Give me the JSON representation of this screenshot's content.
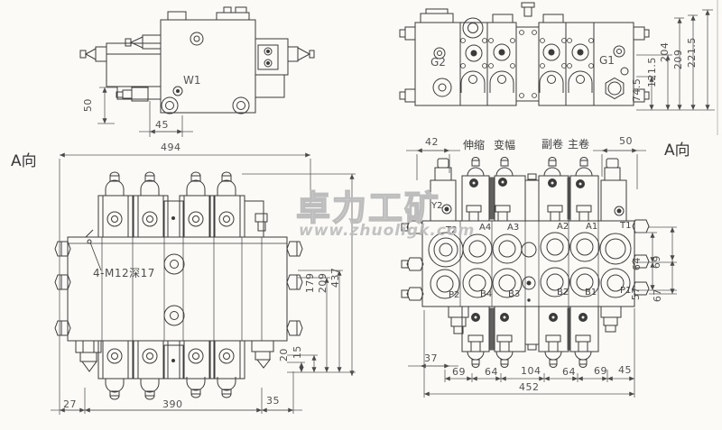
{
  "colors": {
    "background": "#fbfaf7",
    "line": "#3b3b3b",
    "dim": "#525252",
    "text": "#474747",
    "watermark": "#bdbdbd"
  },
  "watermark": {
    "brand": "卓力工矿",
    "url": "www.zhuoligk.com"
  },
  "side_view": {
    "label": "W1",
    "dim_height": "50",
    "dim_width": "45"
  },
  "top_view": {
    "port_left": "G2",
    "port_right": "G1",
    "dims": [
      "74.5",
      "121.5",
      "204",
      "209",
      "221.5"
    ]
  },
  "front_view": {
    "view_label": "A向",
    "dim_total_width": "494",
    "thread_note": "4-M12深17",
    "right_dims": [
      "20",
      "15",
      "179",
      "209",
      "437"
    ],
    "bottom_dims": [
      "27",
      "390",
      "35"
    ]
  },
  "port_view": {
    "view_label": "A向",
    "dim_top_left": "42",
    "dim_top_right": "50",
    "function_labels": [
      "伸缩",
      "变幅",
      "副卷",
      "主卷"
    ],
    "relief_label": "Y2",
    "top_ports": [
      "T2",
      "A4",
      "A3",
      "A2",
      "A1",
      "T1"
    ],
    "bottom_ports": [
      "P2",
      "B4",
      "B3",
      "B2",
      "B1",
      "P1"
    ],
    "right_dims_inner": [
      "64",
      "57"
    ],
    "right_dims_outer": [
      "69",
      "67"
    ],
    "dim_left_offset": "37",
    "bottom_dims": [
      "69",
      "64",
      "104",
      "64",
      "69",
      "45"
    ],
    "dim_total_width": "452"
  }
}
